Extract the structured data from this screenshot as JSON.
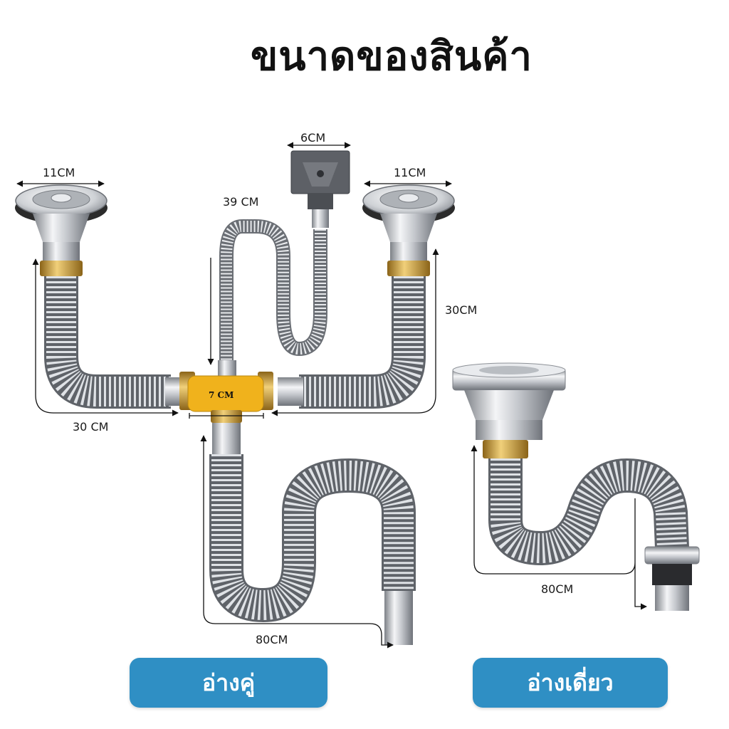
{
  "title": "ขนาดของสินค้า",
  "double_sink": {
    "label": "อ่างคู่",
    "left_strainer_width": "11CM",
    "right_strainer_width": "11CM",
    "overflow_box_width": "6CM",
    "overflow_hose_length": "39 CM",
    "left_pipe_length": "30 CM",
    "right_pipe_length": "30CM",
    "tee_width": "7 CM",
    "trap_length": "80CM"
  },
  "single_sink": {
    "label": "อ่างเดี่ยว",
    "trap_length": "80CM"
  },
  "colors": {
    "button": "#2f8fc4",
    "brass": "#d2a23a",
    "tee_badge": "#f0b21c",
    "chrome": "#c9ccd1"
  }
}
